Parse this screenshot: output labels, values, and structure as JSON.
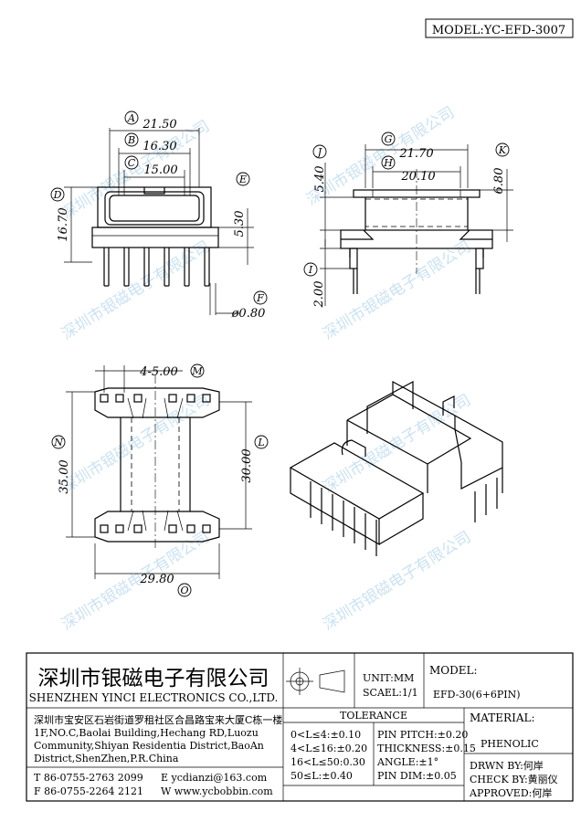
{
  "model": "MODEL:YC-EFD-3007",
  "watermark": "深圳市银磁电子有限公司",
  "front_view": {
    "dims": [
      {
        "tag": "A",
        "value": "21.50"
      },
      {
        "tag": "B",
        "value": "16.30"
      },
      {
        "tag": "C",
        "value": "15.00"
      },
      {
        "tag": "D",
        "value": "16.70"
      },
      {
        "tag": "E",
        "value": "5.30"
      },
      {
        "tag": "F",
        "value": "ø0.80"
      }
    ]
  },
  "side_view": {
    "dims": [
      {
        "tag": "G",
        "value": "21.70"
      },
      {
        "tag": "H",
        "value": "20.10"
      },
      {
        "tag": "J",
        "value": "5.40"
      },
      {
        "tag": "K",
        "value": "6.80"
      },
      {
        "tag": "I",
        "value": "2.00"
      }
    ]
  },
  "bottom_view": {
    "dims": [
      {
        "tag": "M",
        "value": "4-5.00"
      },
      {
        "tag": "N",
        "value": "35.00"
      },
      {
        "tag": "L",
        "value": "30.00"
      },
      {
        "tag": "O",
        "value": "29.80"
      }
    ]
  },
  "title_block": {
    "company_cn": "深圳市银磁电子有限公司",
    "company_en": "SHENZHEN YINCI ELECTRONICS CO.,LTD.",
    "address": [
      "深圳市宝安区石岩街道罗租社区合昌路宝来大厦C栋一楼",
      "1F,NO.C,Baolai Building,Hechang RD,Luozu",
      "Community,Shiyan Residentia District,BaoAn",
      "District,ShenZhen,P.R.China"
    ],
    "tel": "T 86-0755-2763 2099",
    "fax": "F 86-0755-2264 2121",
    "email": "E ycdianzi@163.com",
    "web": "W www.ycbobbin.com",
    "unit": "UNIT:MM",
    "scale": "SCAEL:1/1",
    "model_label": "MODEL:",
    "model_value": "EFD-30(6+6PIN)",
    "tolerance_title": "TOLERANCE",
    "tolerances": [
      "0<L≤4:±0.10",
      "4<L≤16:±0.20",
      "16<L≤50:0.30",
      "50≤L:±0.40"
    ],
    "pin_specs": [
      "PIN PITCH:±0.20",
      "THICKNESS:±0.15",
      "ANGLE:±1°",
      "PIN DIM:±0.05"
    ],
    "material_label": "MATERIAL:",
    "material_value": "PHENOLIC",
    "drawn_by": "DRWN BY:何岸",
    "check_by": "CHECK BY:黄丽仪",
    "approved": "APPROVED:何岸"
  }
}
